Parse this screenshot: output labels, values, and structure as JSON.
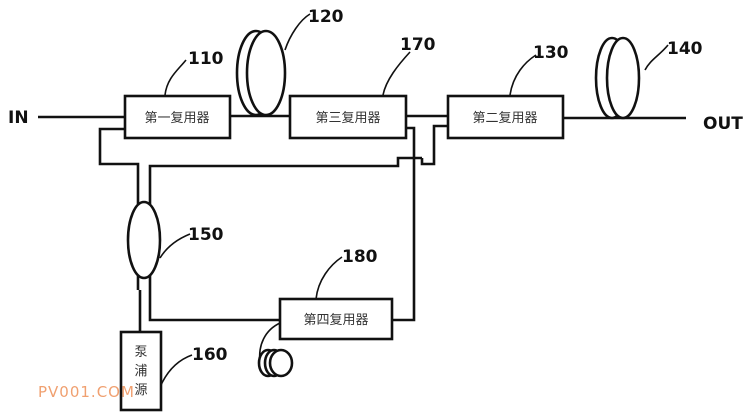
{
  "io": {
    "input": "IN",
    "output": "OUT"
  },
  "components": {
    "mux1": {
      "label": "第一复用器",
      "ref": "110"
    },
    "fiber1": {
      "ref": "120"
    },
    "mux3": {
      "label": "第三复用器",
      "ref": "170"
    },
    "mux2": {
      "label": "第二复用器",
      "ref": "130"
    },
    "fiber2": {
      "ref": "140"
    },
    "coupler": {
      "ref": "150"
    },
    "pump": {
      "label_lines": [
        "泵",
        "浦",
        "源"
      ],
      "ref": "160"
    },
    "mux4": {
      "label": "第四复用器",
      "ref": "180"
    }
  },
  "watermark": "PV001.COM"
}
